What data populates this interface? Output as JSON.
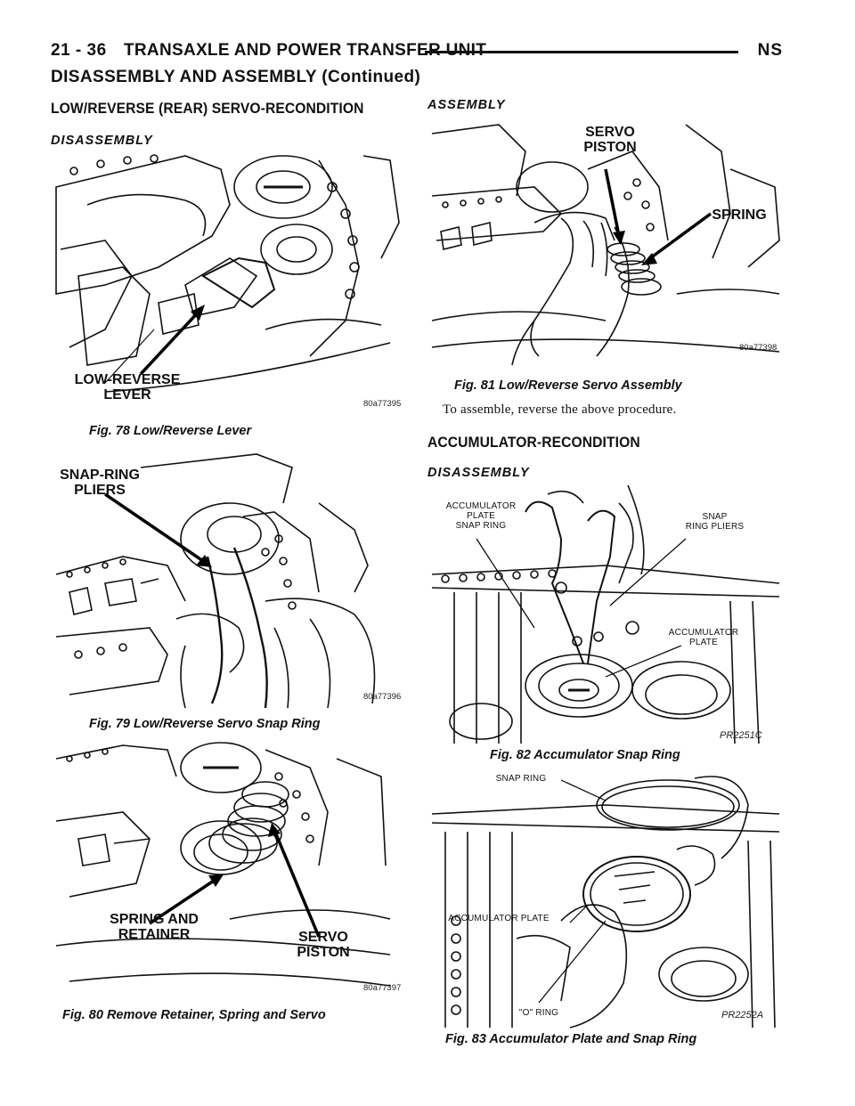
{
  "header": {
    "page_number": "21 - 36",
    "title": "TRANSAXLE AND POWER TRANSFER UNIT",
    "code": "NS",
    "subtitle": "DISASSEMBLY AND ASSEMBLY (Continued)"
  },
  "left": {
    "section_title": "LOW/REVERSE (REAR) SERVO-RECONDITION",
    "sub_title": "DISASSEMBLY",
    "fig78": {
      "label": "LOW-REVERSE\nLEVER",
      "code": "80a77395",
      "caption": "Fig. 78 Low/Reverse Lever"
    },
    "fig79": {
      "label": "SNAP-RING\nPLIERS",
      "code": "80a77396",
      "caption": "Fig. 79 Low/Reverse Servo Snap Ring"
    },
    "fig80": {
      "label_a": "SPRING AND\nRETAINER",
      "label_b": "SERVO\nPISTON",
      "code": "80a77397",
      "caption": "Fig. 80 Remove Retainer, Spring and Servo"
    }
  },
  "right": {
    "sub_title_assembly": "ASSEMBLY",
    "fig81": {
      "label_a": "SERVO\nPISTON",
      "label_b": "SPRING",
      "code": "80a77398",
      "caption": "Fig. 81 Low/Reverse Servo Assembly"
    },
    "body": "To assemble, reverse the above procedure.",
    "section_title": "ACCUMULATOR-RECONDITION",
    "sub_title": "DISASSEMBLY",
    "fig82": {
      "label_a": "ACCUMULATOR\nPLATE\nSNAP RING",
      "label_b": "SNAP\nRING PLIERS",
      "label_c": "ACCUMULATOR\nPLATE",
      "code": "PR2251C",
      "caption": "Fig. 82 Accumulator Snap Ring"
    },
    "fig83": {
      "label_a": "SNAP RING",
      "label_b": "ACCUMULATOR PLATE",
      "label_c": "\"O\" RING",
      "code": "PR2252A",
      "caption": "Fig. 83 Accumulator Plate and Snap Ring"
    }
  }
}
